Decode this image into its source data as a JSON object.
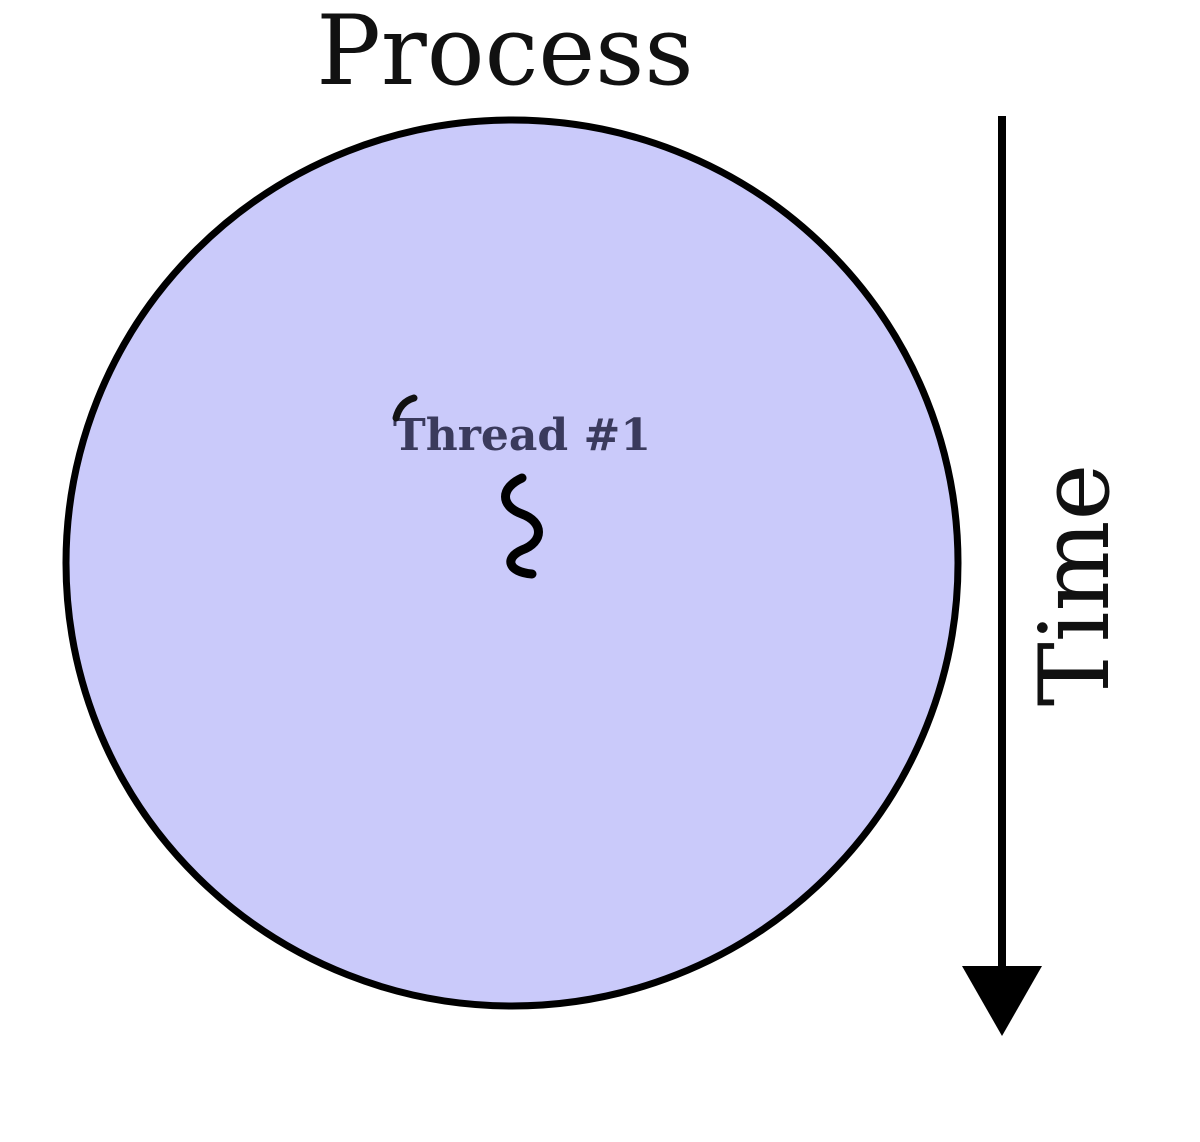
{
  "diagram": {
    "title": "Process",
    "thread_label": "Thread #1",
    "axis_label": "Time",
    "colors": {
      "process_fill": "#cacafa",
      "stroke": "#000000",
      "thread_text": "#3a3a5c"
    },
    "icons": {
      "thread": "squiggle-icon",
      "arrow": "arrow-down-icon"
    }
  }
}
